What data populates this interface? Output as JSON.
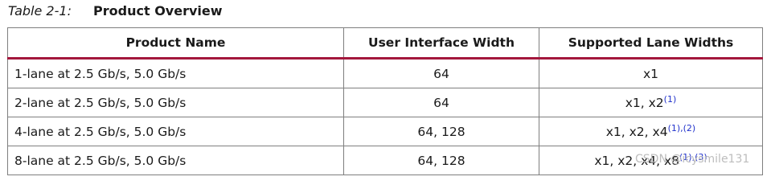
{
  "caption": {
    "number": "Table 2-1:",
    "title": "Product Overview"
  },
  "table": {
    "headers": [
      "Product Name",
      "User Interface Width",
      "Supported Lane Widths"
    ],
    "rows": [
      {
        "product": "1-lane at 2.5 Gb/s, 5.0 Gb/s",
        "width": "64",
        "lanes": "x1",
        "note": ""
      },
      {
        "product": "2-lane at 2.5 Gb/s, 5.0 Gb/s",
        "width": "64",
        "lanes": "x1, x2",
        "note": "(1)"
      },
      {
        "product": "4-lane at 2.5 Gb/s, 5.0 Gb/s",
        "width": "64, 128",
        "lanes": "x1, x2, x4",
        "note": "(1),(2)"
      },
      {
        "product": "8-lane at 2.5 Gb/s, 5.0 Gb/s",
        "width": "64, 128",
        "lanes": "x1, x2, x4, x8",
        "note": "(1),(3)"
      }
    ]
  },
  "watermark": "CSDN @icysmile131",
  "colors": {
    "header_rule": "#a3173d",
    "footnote_ref": "#2233cc"
  }
}
